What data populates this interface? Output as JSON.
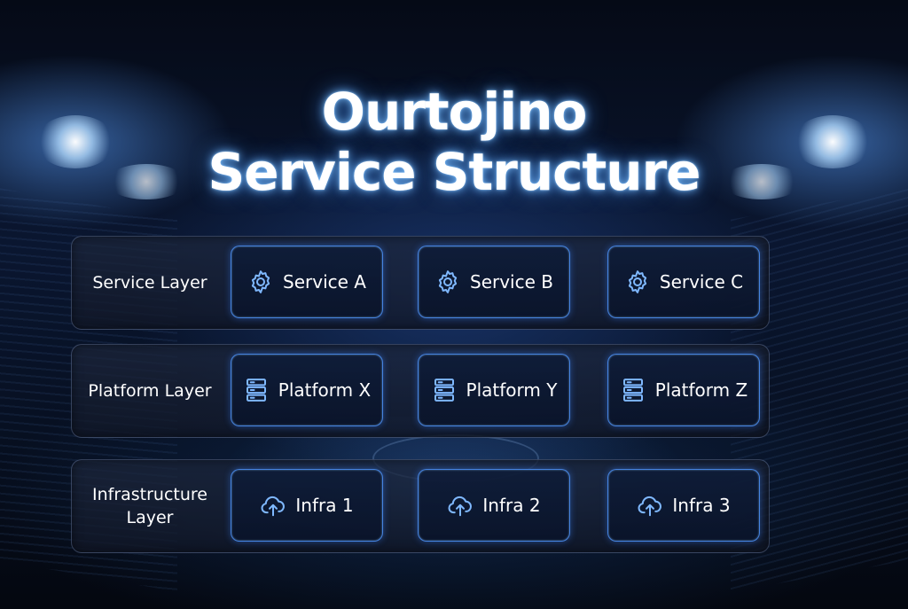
{
  "title": {
    "line1": "Ourtojino",
    "line2": "Service Structure"
  },
  "colors": {
    "accent": "#4a96ff",
    "card_border": "#3f8cff",
    "text": "#ffffff"
  },
  "layers": [
    {
      "label": "Service Layer",
      "icon": "gear-icon",
      "items": [
        "Service A",
        "Service B",
        "Service C"
      ]
    },
    {
      "label": "Platform Layer",
      "icon": "server-icon",
      "items": [
        "Platform X",
        "Platform Y",
        "Platform Z"
      ]
    },
    {
      "label": "Infrastructure\nLayer",
      "icon": "cloud-upload-icon",
      "items": [
        "Infra 1",
        "Infra 2",
        "Infra 3"
      ]
    }
  ]
}
